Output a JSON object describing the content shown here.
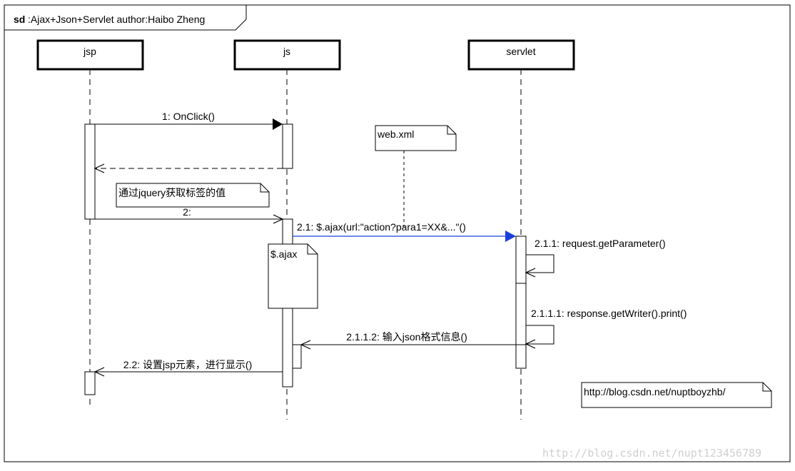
{
  "frame": {
    "keyword": "sd",
    "title": ":Ajax+Json+Servlet  author:Haibo Zheng"
  },
  "lifelines": {
    "jsp": "jsp",
    "js": "js",
    "servlet": "servlet"
  },
  "messages": {
    "m1": "1: OnClick()",
    "m2": "2:",
    "m21": "2.1: $.ajax(url:\"action?para1=XX&...\"()",
    "m211": "2.1.1: request.getParameter()",
    "m2111": "2.1.1.1: response.getWriter().print()",
    "m2112": "2.1.1.2: 输入json格式信息()",
    "m22": "2.2: 设置jsp元素，进行显示()"
  },
  "notes": {
    "webxml": "web.xml",
    "jquery": "通过jquery获取标签的值",
    "ajax": "$.ajax",
    "blog": "http://blog.csdn.net/nuptboyzhb/"
  },
  "watermark": "http://blog.csdn.net/nupt123456789",
  "colors": {
    "line": "#000000",
    "ajax_message": "#1a3fd9"
  }
}
